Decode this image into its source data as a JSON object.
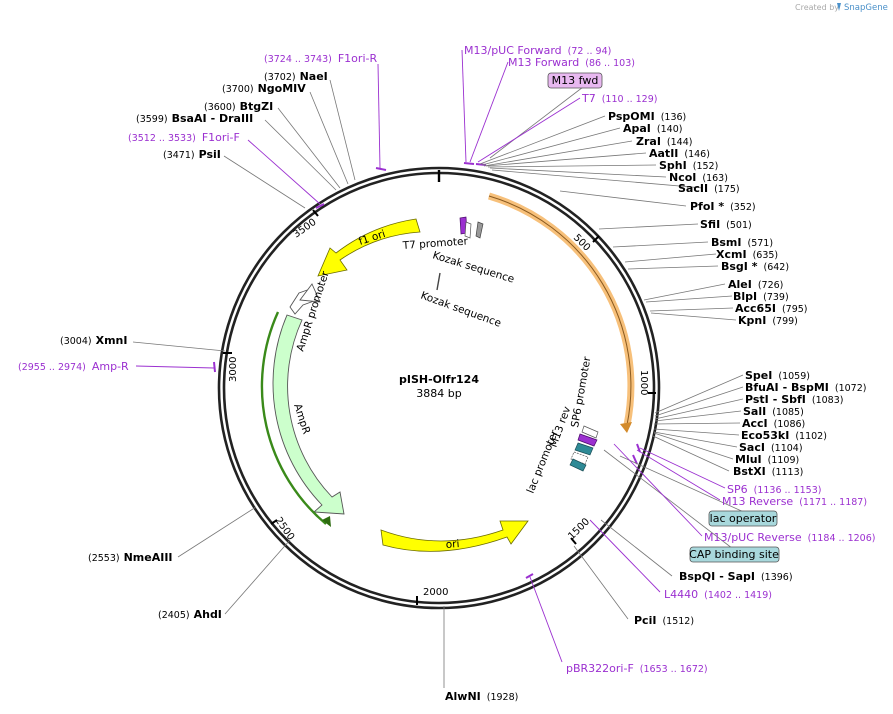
{
  "credit": {
    "prefix": "Created by",
    "brand": "SnapGene"
  },
  "plasmid": {
    "name": "pISH-Olfr124",
    "length": "3884 bp"
  },
  "ticks": [
    "500",
    "1000",
    "1500",
    "2000",
    "2500",
    "3000",
    "3500"
  ],
  "features": {
    "f1_ori": "f1 ori",
    "ampr_promoter": "AmpR promoter",
    "ampr": "AmpR",
    "ori": "ori",
    "t7_promoter": "T7 promoter",
    "kozak1": "Kozak sequence",
    "kozak2": "Kozak sequence",
    "sp6_promoter": "SP6 promoter",
    "m13_rev": "M13 rev",
    "lac_promoter": "lac promoter"
  },
  "sites": [
    {
      "name": "NaeI",
      "pos": "(3702)"
    },
    {
      "name": "NgoMIV",
      "pos": "(3700)"
    },
    {
      "name": "BtgZI",
      "pos": "(3600)"
    },
    {
      "name": "BsaAI",
      "name2": "DraIII",
      "pos": "(3599)"
    },
    {
      "name": "PsiI",
      "pos": "(3471)"
    },
    {
      "name": "XmnI",
      "pos": "(3004)"
    },
    {
      "name": "NmeAIII",
      "pos": "(2553)"
    },
    {
      "name": "AhdI",
      "pos": "(2405)"
    },
    {
      "name": "AlwNI",
      "pos": "(1928)"
    },
    {
      "name": "PciI",
      "pos": "(1512)"
    },
    {
      "name": "BspQI",
      "name2": "SapI",
      "pos": "(1396)"
    },
    {
      "name": "PspOMI",
      "pos": "(136)"
    },
    {
      "name": "ApaI",
      "pos": "(140)"
    },
    {
      "name": "ZraI",
      "pos": "(144)"
    },
    {
      "name": "AatII",
      "pos": "(146)"
    },
    {
      "name": "SphI",
      "pos": "(152)"
    },
    {
      "name": "NcoI",
      "pos": "(163)"
    },
    {
      "name": "SacII",
      "pos": "(175)"
    },
    {
      "name": "PfoI *",
      "pos": "(352)"
    },
    {
      "name": "SfiI",
      "pos": "(501)"
    },
    {
      "name": "BsmI",
      "pos": "(571)"
    },
    {
      "name": "XcmI",
      "pos": "(635)"
    },
    {
      "name": "BsgI *",
      "pos": "(642)"
    },
    {
      "name": "AleI",
      "pos": "(726)"
    },
    {
      "name": "BlpI",
      "pos": "(739)"
    },
    {
      "name": "Acc65I",
      "pos": "(795)"
    },
    {
      "name": "KpnI",
      "pos": "(799)"
    },
    {
      "name": "SpeI",
      "pos": "(1059)"
    },
    {
      "name": "BfuAI",
      "name2": "BspMI",
      "pos": "(1072)"
    },
    {
      "name": "PstI",
      "name2": "SbfI",
      "pos": "(1083)"
    },
    {
      "name": "SalI",
      "pos": "(1085)"
    },
    {
      "name": "AccI",
      "pos": "(1086)"
    },
    {
      "name": "Eco53kI",
      "pos": "(1102)"
    },
    {
      "name": "SacI",
      "pos": "(1104)"
    },
    {
      "name": "MluI",
      "pos": "(1109)"
    },
    {
      "name": "BstXI",
      "pos": "(1113)"
    }
  ],
  "primers": [
    {
      "name": "F1ori-R",
      "pos": "(3724 .. 3743)"
    },
    {
      "name": "F1ori-F",
      "pos": "(3512 .. 3533)"
    },
    {
      "name": "Amp-R",
      "pos": "(2955 .. 2974)"
    },
    {
      "name": "pBR322ori-F",
      "pos": "(1653 .. 1672)"
    },
    {
      "name": "L4440",
      "pos": "(1402 .. 1419)"
    },
    {
      "name": "M13/pUC Reverse",
      "pos": "(1184 .. 1206)"
    },
    {
      "name": "M13 Reverse",
      "pos": "(1171 .. 1187)"
    },
    {
      "name": "SP6",
      "pos": "(1136 .. 1153)"
    },
    {
      "name": "M13/pUC Forward",
      "pos": "(72 .. 94)"
    },
    {
      "name": "M13 Forward",
      "pos": "(86 .. 103)"
    },
    {
      "name": "T7",
      "pos": "(110 .. 129)"
    }
  ],
  "boxed": {
    "m13_fwd": "M13 fwd",
    "lac_operator": "lac operator",
    "cap_site": "CAP binding site"
  },
  "colors": {
    "primer": "#9B30D0",
    "ori_yellow": "#FFFF00",
    "ampr_green": "#CCFFCC",
    "orf_orange": "#F7C07A",
    "boxed_purple": "#E8B8F0",
    "boxed_teal": "#A8D8DC"
  }
}
